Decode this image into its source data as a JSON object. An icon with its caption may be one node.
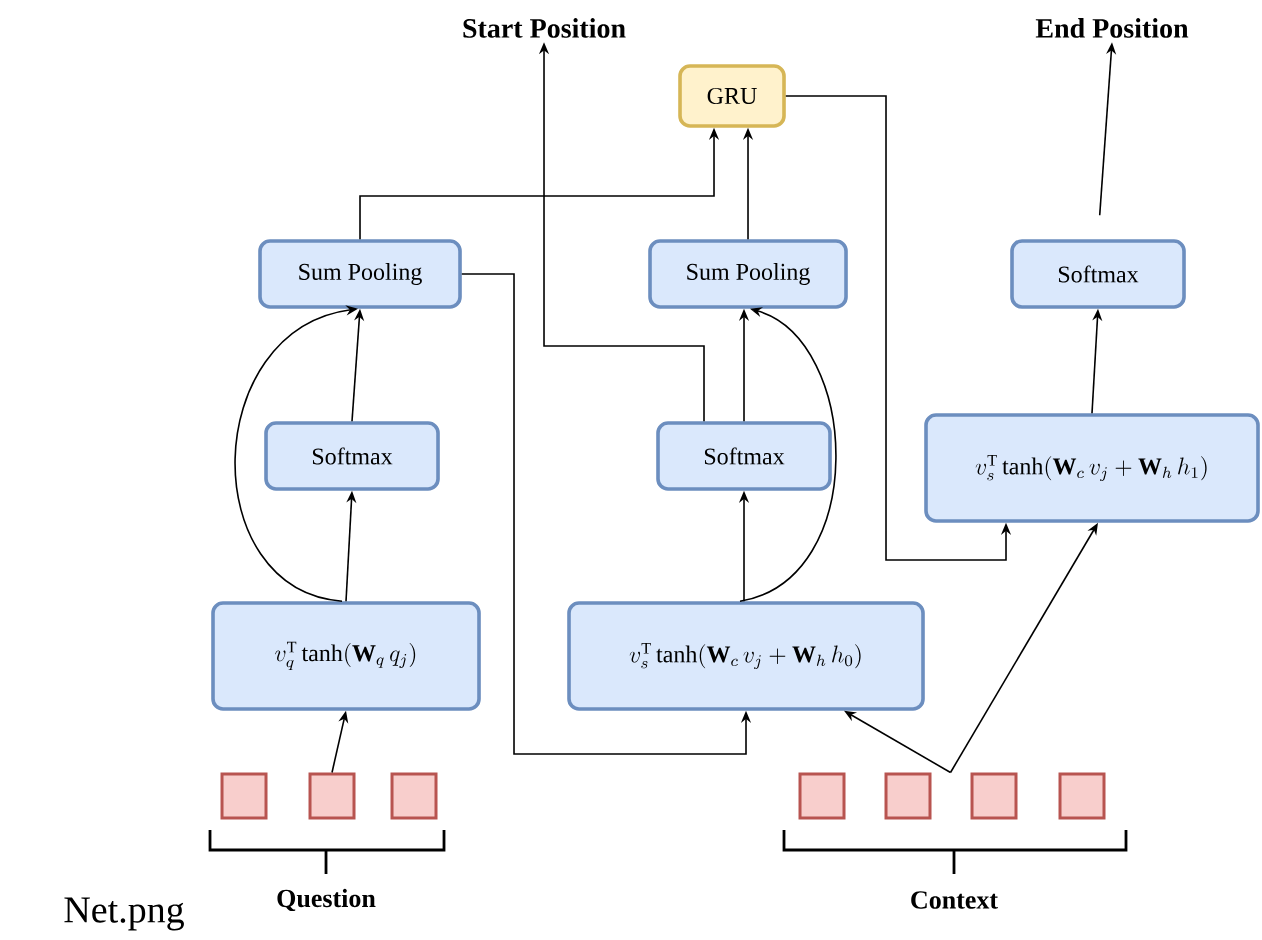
{
  "diagram": {
    "nodes": [
      {
        "text": [
          "Start Position"
        ]
      },
      {
        "text": [
          "End Position"
        ]
      },
      {
        "text": [
          "GRU"
        ]
      },
      {
        "text": [
          "Sum Pooling"
        ]
      },
      {
        "text": [
          "Sum Pooling"
        ]
      },
      {
        "text": [
          "Softmax"
        ]
      },
      {
        "text": [
          "Softmax"
        ]
      },
      {
        "text": [
          "Softmax"
        ]
      },
      {
        "text": [
          "v_s^{\\mathrm{T}}\\tanh(\\mathbf{W}_c\\, v_j + \\mathbf{W}_h\\, h_1)"
        ]
      },
      {
        "text": [
          "v_q^{\\mathrm{T}}\\tanh(\\mathbf{W}_q\\, q_j)"
        ]
      },
      {
        "text": [
          "v_s^{\\mathrm{T}}\\tanh(\\mathbf{W}_c\\, v_j + \\mathbf{W}_h\\, h_0)"
        ]
      },
      {
        "text": [],
        "shape": "box"
      },
      {
        "text": [],
        "shape": "box"
      },
      {
        "text": [],
        "shape": "box"
      },
      {
        "text": [],
        "shape": "box"
      },
      {
        "text": [],
        "shape": "box"
      },
      {
        "text": [],
        "shape": "box"
      },
      {
        "text": [],
        "shape": "box"
      }
    ],
    "edges": [
      {
        "from": 12,
        "to": 9,
        "arrow": "to"
      },
      {
        "from": 9,
        "to": 6,
        "arrow": "to"
      },
      {
        "from": 6,
        "to": 3,
        "arrow": "to"
      },
      {
        "from": 9,
        "to": 3,
        "arrow": "to"
      },
      {
        "from": 3,
        "to": 2,
        "arrow": "to"
      },
      {
        "from": 3,
        "to": 10,
        "arrow": "to"
      },
      {
        "from": 10,
        "to": 7,
        "arrow": "to"
      },
      {
        "from": 7,
        "to": 4,
        "arrow": "to"
      },
      {
        "from": 10,
        "to": 4,
        "arrow": "to"
      },
      {
        "from": 4,
        "to": 2,
        "arrow": "to"
      },
      {
        "from": 7,
        "to": 0,
        "arrow": "to"
      },
      {
        "from": 2,
        "to": 8,
        "arrow": "to"
      },
      {
        "from": 16,
        "to": 10,
        "arrow": "to"
      },
      {
        "from": 16,
        "to": 8,
        "arrow": "to"
      },
      {
        "from": 8,
        "to": 5,
        "arrow": "to"
      },
      {
        "from": 5,
        "to": 1,
        "arrow": "to"
      }
    ],
    "labels": [
      "Net.png",
      "Question",
      "Context"
    ]
  }
}
